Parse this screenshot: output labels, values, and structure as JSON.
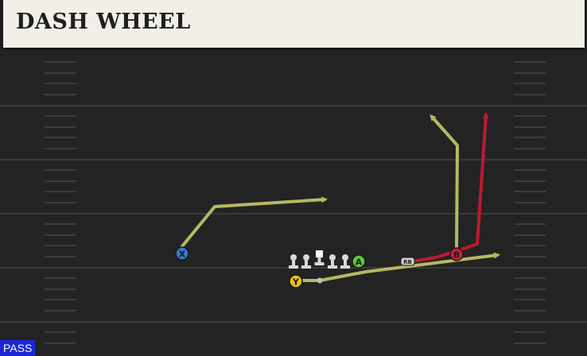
{
  "play": {
    "title": "DASH WHEEL",
    "mode": "PASS"
  },
  "players": {
    "x": {
      "label": "X",
      "color": "#3a78d8"
    },
    "y": {
      "label": "Y",
      "color": "#e8c21e"
    },
    "a": {
      "label": "A",
      "color": "#5fc83a"
    },
    "b": {
      "label": "B",
      "color": "#d02038"
    },
    "rb": {
      "label": "RB",
      "color": "#cfcfcf"
    }
  },
  "routes": {
    "primary_color": "#b6b860",
    "hot_color": "#b81c30"
  },
  "colors": {
    "field": "#232323",
    "yard_lines": "#3a3a3a",
    "hash_marks": "#3c3c3c",
    "title_bg": "#f1efe8",
    "mode_badge": "#1a27d6"
  },
  "icons": {
    "lineman": "lineman-icon",
    "center": "center-icon"
  }
}
